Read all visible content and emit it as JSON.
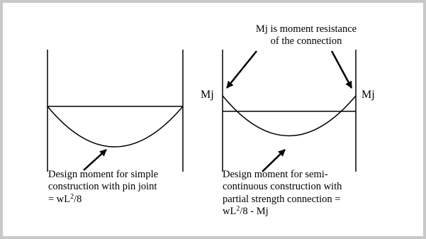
{
  "left_diagram": {
    "caption_lines": [
      "Design moment for simple",
      "construction with pin joint"
    ],
    "formula_prefix": "= wL",
    "formula_exp": "2",
    "formula_suffix": "/8"
  },
  "right_diagram": {
    "annotation_lines": [
      "Mj is moment resistance",
      "of the connection"
    ],
    "left_moment_label": "Mj",
    "right_moment_label": "Mj",
    "caption_lines": [
      "Design moment for semi-",
      "continuous construction with",
      "partial strength connection  ="
    ],
    "formula_prefix": "wL",
    "formula_exp": "2",
    "formula_suffix": "/8 - Mj"
  },
  "colors": {
    "line": "#000000",
    "frame": "#c8c8c8",
    "background": "#ffffff"
  }
}
